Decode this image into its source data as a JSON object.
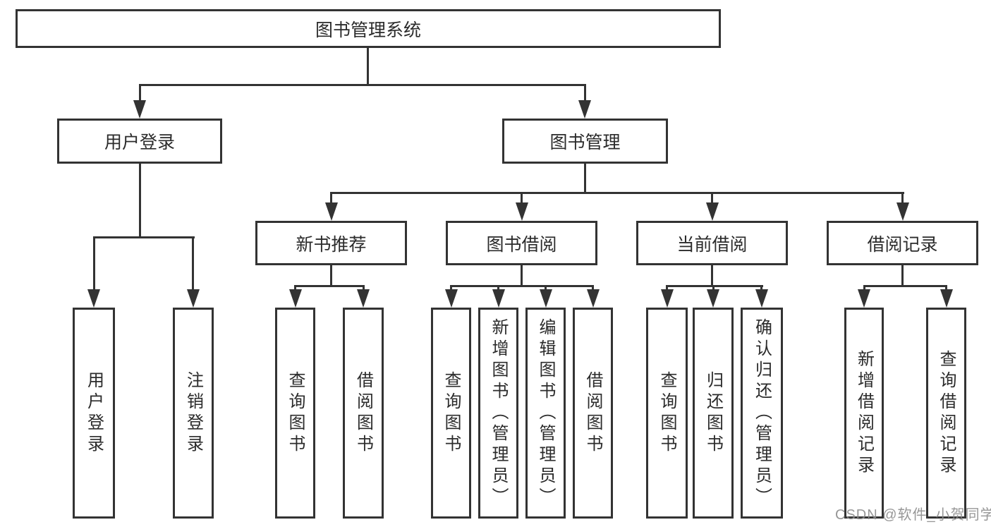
{
  "tree": {
    "root": {
      "label": "图书管理系统"
    },
    "branches": [
      {
        "label": "用户登录",
        "children": [
          {
            "label": "用户登录"
          },
          {
            "label": "注销登录"
          }
        ]
      },
      {
        "label": "图书管理",
        "children": [
          {
            "label": "新书推荐",
            "children": [
              {
                "label": "查询图书"
              },
              {
                "label": "借阅图书"
              }
            ]
          },
          {
            "label": "图书借阅",
            "children": [
              {
                "label": "查询图书"
              },
              {
                "label": "新增图书（管理员）"
              },
              {
                "label": "编辑图书（管理员）"
              },
              {
                "label": "借阅图书"
              }
            ]
          },
          {
            "label": "当前借阅",
            "children": [
              {
                "label": "查询图书"
              },
              {
                "label": "归还图书"
              },
              {
                "label": "确认归还（管理员）"
              }
            ]
          },
          {
            "label": "借阅记录",
            "children": [
              {
                "label": "新增借阅记录"
              },
              {
                "label": "查询借阅记录"
              }
            ]
          }
        ]
      }
    ]
  },
  "watermark": {
    "text": "CSDN @软件_小贺同学"
  },
  "colors": {
    "line": "#333333",
    "box_fill": "#ffffff",
    "text": "#2b2b2b",
    "watermark": "#8c8c8c"
  }
}
